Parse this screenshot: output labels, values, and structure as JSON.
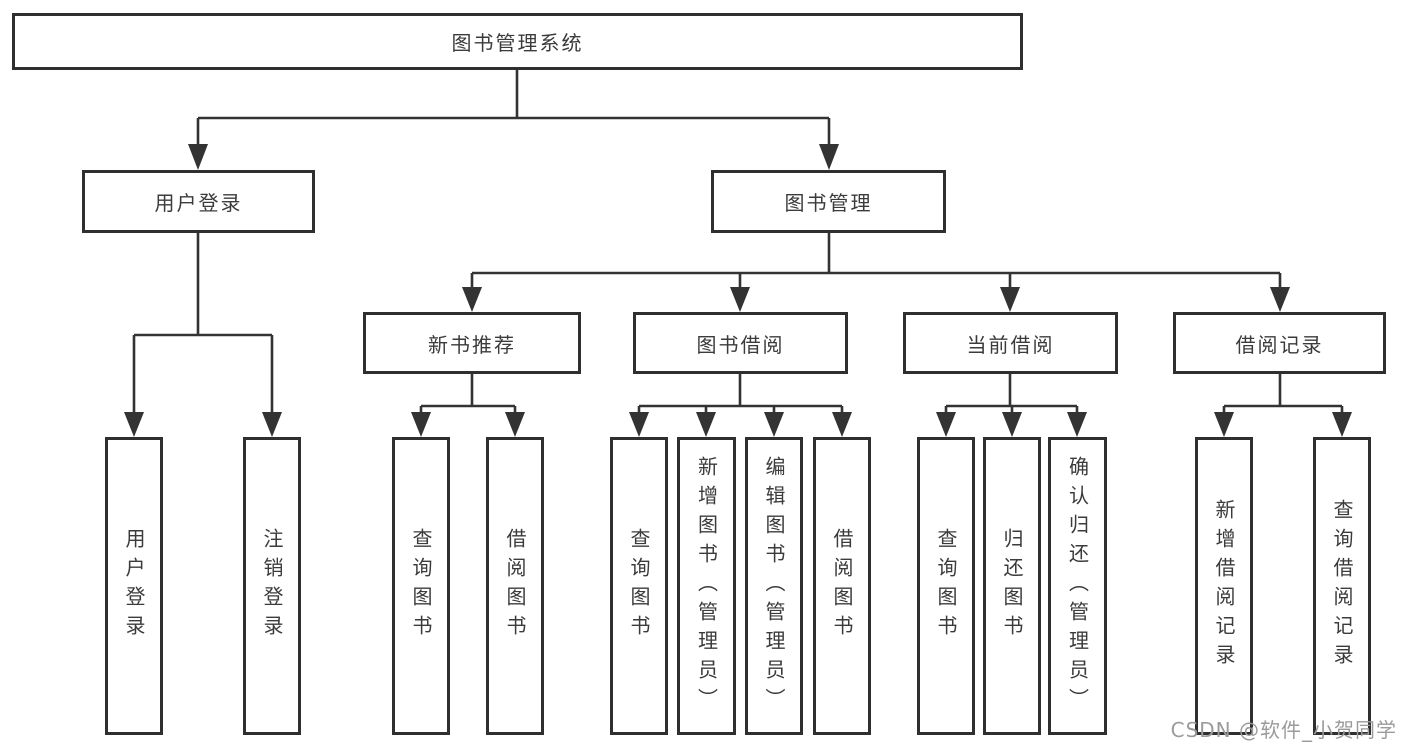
{
  "diagram": {
    "type": "tree",
    "root": {
      "label": "图书管理系统"
    },
    "branches": [
      {
        "label": "用户登录",
        "children": [
          "用户登录",
          "注销登录"
        ]
      },
      {
        "label": "图书管理",
        "children": [
          {
            "label": "新书推荐",
            "children": [
              "查询图书",
              "借阅图书"
            ]
          },
          {
            "label": "图书借阅",
            "children": [
              "查询图书",
              "新增图书（管理员）",
              "编辑图书（管理员）",
              "借阅图书"
            ]
          },
          {
            "label": "当前借阅",
            "children": [
              "查询图书",
              "归还图书",
              "确认归还（管理员）"
            ]
          },
          {
            "label": "借阅记录",
            "children": [
              "新增借阅记录",
              "查询借阅记录"
            ]
          }
        ]
      }
    ],
    "watermark": "CSDN @软件_小贺同学",
    "colors": {
      "line": "#333333",
      "box_border": "#2f2f2f",
      "text": "#3b3b3b",
      "watermark": "#9b9b9b",
      "background": "#ffffff"
    }
  }
}
